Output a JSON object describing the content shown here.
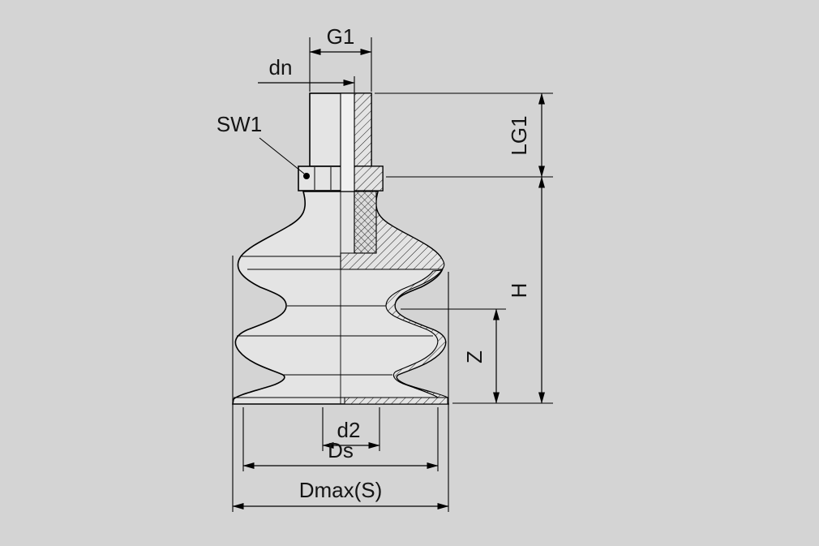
{
  "drawing": {
    "name": "Bellows suction cup dimensional drawing",
    "labels": {
      "g1": "G1",
      "dn": "dn",
      "sw1": "SW1",
      "lg1": "LG1",
      "h": "H",
      "z": "Z",
      "d2": "d2",
      "ds": "Ds",
      "dmax": "Dmax(S)"
    },
    "colors": {
      "background": "#d4d4d4",
      "part_fill": "#e4e4e4",
      "bore_fill": "#f0f0f0",
      "line": "#000000"
    }
  }
}
